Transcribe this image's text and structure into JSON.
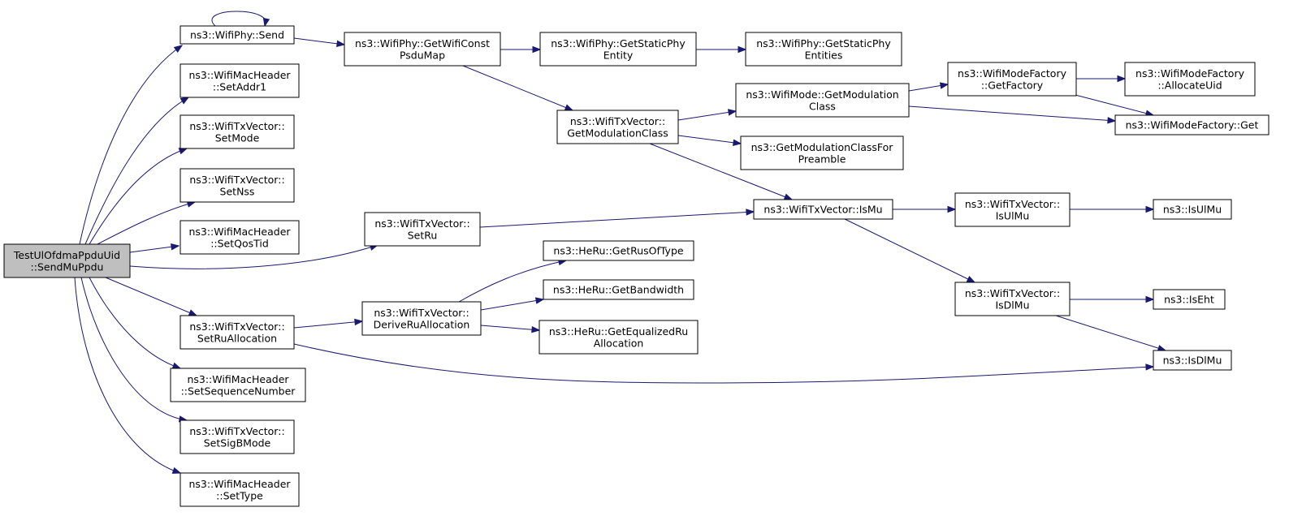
{
  "colors": {
    "edge": "#191970",
    "root_fill": "#bfbfbf",
    "node_fill": "#ffffff",
    "node_stroke": "#000000"
  },
  "nodes": [
    {
      "id": "root",
      "lines": [
        "TestUlOfdmaPpduUid",
        "::SendMuPpdu"
      ]
    },
    {
      "id": "send",
      "lines": [
        "ns3::WifiPhy::Send"
      ]
    },
    {
      "id": "setaddr1",
      "lines": [
        "ns3::WifiMacHeader",
        "::SetAddr1"
      ]
    },
    {
      "id": "setmode",
      "lines": [
        "ns3::WifiTxVector::",
        "SetMode"
      ]
    },
    {
      "id": "setnss",
      "lines": [
        "ns3::WifiTxVector::",
        "SetNss"
      ]
    },
    {
      "id": "setqostid",
      "lines": [
        "ns3::WifiMacHeader",
        "::SetQosTid"
      ]
    },
    {
      "id": "setruallocation",
      "lines": [
        "ns3::WifiTxVector::",
        "SetRuAllocation"
      ]
    },
    {
      "id": "setsequencenumber",
      "lines": [
        "ns3::WifiMacHeader",
        "::SetSequenceNumber"
      ]
    },
    {
      "id": "setsigbmode",
      "lines": [
        "ns3::WifiTxVector::",
        "SetSigBMode"
      ]
    },
    {
      "id": "settype",
      "lines": [
        "ns3::WifiMacHeader",
        "::SetType"
      ]
    },
    {
      "id": "getwificonstpsdumap",
      "lines": [
        "ns3::WifiPhy::GetWifiConst",
        "PsduMap"
      ]
    },
    {
      "id": "setru",
      "lines": [
        "ns3::WifiTxVector::",
        "SetRu"
      ]
    },
    {
      "id": "deriveruallocation",
      "lines": [
        "ns3::WifiTxVector::",
        "DeriveRuAllocation"
      ]
    },
    {
      "id": "getstaticphyentity",
      "lines": [
        "ns3::WifiPhy::GetStaticPhy",
        "Entity"
      ]
    },
    {
      "id": "txvgetmodulationclass",
      "lines": [
        "ns3::WifiTxVector::",
        "GetModulationClass"
      ]
    },
    {
      "id": "getrusoftype",
      "lines": [
        "ns3::HeRu::GetRusOfType"
      ]
    },
    {
      "id": "getbandwidth",
      "lines": [
        "ns3::HeRu::GetBandwidth"
      ]
    },
    {
      "id": "getequalizedruallocation",
      "lines": [
        "ns3::HeRu::GetEqualizedRu",
        "Allocation"
      ]
    },
    {
      "id": "getstaticphyentities",
      "lines": [
        "ns3::WifiPhy::GetStaticPhy",
        "Entities"
      ]
    },
    {
      "id": "modegetmodulationclass",
      "lines": [
        "ns3::WifiMode::GetModulation",
        "Class"
      ]
    },
    {
      "id": "getmodulationclassforpreamble",
      "lines": [
        "ns3::GetModulationClassFor",
        "Preamble"
      ]
    },
    {
      "id": "ismu",
      "lines": [
        "ns3::WifiTxVector::IsMu"
      ]
    },
    {
      "id": "getfactory",
      "lines": [
        "ns3::WifiModeFactory",
        "::GetFactory"
      ]
    },
    {
      "id": "isulmu_tx",
      "lines": [
        "ns3::WifiTxVector::",
        "IsUlMu"
      ]
    },
    {
      "id": "isdlmu_tx",
      "lines": [
        "ns3::WifiTxVector::",
        "IsDlMu"
      ]
    },
    {
      "id": "allocateuid",
      "lines": [
        "ns3::WifiModeFactory",
        "::AllocateUid"
      ]
    },
    {
      "id": "factoryget",
      "lines": [
        "ns3::WifiModeFactory::Get"
      ]
    },
    {
      "id": "isulmu",
      "lines": [
        "ns3::IsUlMu"
      ]
    },
    {
      "id": "iseht",
      "lines": [
        "ns3::IsEht"
      ]
    },
    {
      "id": "isdlmu",
      "lines": [
        "ns3::IsDlMu"
      ]
    }
  ],
  "edges": [
    {
      "from": "root",
      "to": "send"
    },
    {
      "from": "send",
      "to": "send"
    },
    {
      "from": "root",
      "to": "setaddr1"
    },
    {
      "from": "root",
      "to": "setmode"
    },
    {
      "from": "root",
      "to": "setnss"
    },
    {
      "from": "root",
      "to": "setqostid"
    },
    {
      "from": "root",
      "to": "setru"
    },
    {
      "from": "root",
      "to": "setruallocation"
    },
    {
      "from": "root",
      "to": "setsequencenumber"
    },
    {
      "from": "root",
      "to": "setsigbmode"
    },
    {
      "from": "root",
      "to": "settype"
    },
    {
      "from": "send",
      "to": "getwificonstpsdumap"
    },
    {
      "from": "getwificonstpsdumap",
      "to": "getstaticphyentity"
    },
    {
      "from": "getwificonstpsdumap",
      "to": "txvgetmodulationclass"
    },
    {
      "from": "getstaticphyentity",
      "to": "getstaticphyentities"
    },
    {
      "from": "txvgetmodulationclass",
      "to": "modegetmodulationclass"
    },
    {
      "from": "txvgetmodulationclass",
      "to": "getmodulationclassforpreamble"
    },
    {
      "from": "txvgetmodulationclass",
      "to": "ismu"
    },
    {
      "from": "modegetmodulationclass",
      "to": "getfactory"
    },
    {
      "from": "modegetmodulationclass",
      "to": "factoryget"
    },
    {
      "from": "getfactory",
      "to": "allocateuid"
    },
    {
      "from": "getfactory",
      "to": "factoryget"
    },
    {
      "from": "setru",
      "to": "ismu"
    },
    {
      "from": "ismu",
      "to": "isulmu_tx"
    },
    {
      "from": "ismu",
      "to": "isdlmu_tx"
    },
    {
      "from": "isulmu_tx",
      "to": "isulmu"
    },
    {
      "from": "isdlmu_tx",
      "to": "iseht"
    },
    {
      "from": "isdlmu_tx",
      "to": "isdlmu"
    },
    {
      "from": "setruallocation",
      "to": "deriveruallocation"
    },
    {
      "from": "setruallocation",
      "to": "isdlmu"
    },
    {
      "from": "deriveruallocation",
      "to": "getrusoftype"
    },
    {
      "from": "deriveruallocation",
      "to": "getbandwidth"
    },
    {
      "from": "deriveruallocation",
      "to": "getequalizedruallocation"
    }
  ]
}
